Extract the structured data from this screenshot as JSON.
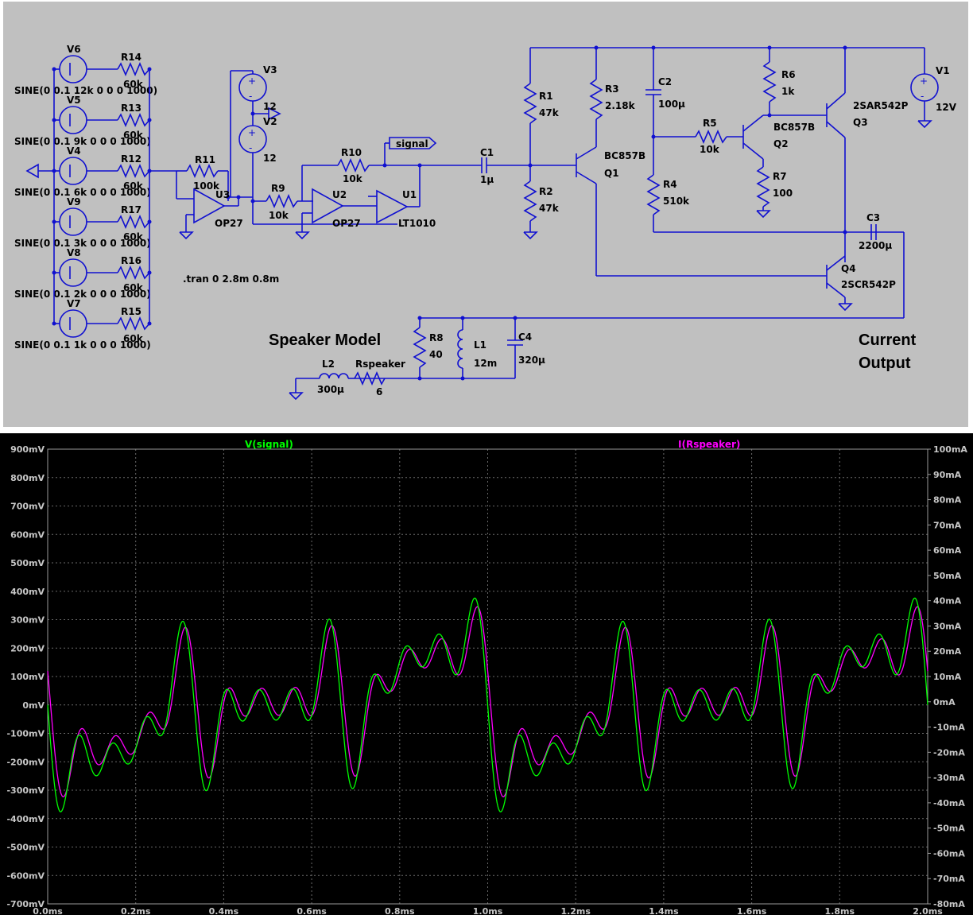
{
  "schematic": {
    "sources": [
      {
        "ref": "V6",
        "spec": "SINE(0 0.1 12k 0 0 0 1000)",
        "res": "R14",
        "val": "60k"
      },
      {
        "ref": "V5",
        "spec": "SINE(0 0.1 9k 0 0 0 1000)",
        "res": "R13",
        "val": "60k"
      },
      {
        "ref": "V4",
        "spec": "SINE(0 0.1 6k 0 0 0 1000)",
        "res": "R12",
        "val": "60k"
      },
      {
        "ref": "V9",
        "spec": "SINE(0 0.1 3k 0 0 0 1000)",
        "res": "R17",
        "val": "60k"
      },
      {
        "ref": "V8",
        "spec": "SINE(0 0.1 2k 0 0 0 1000)",
        "res": "R16",
        "val": "60k"
      },
      {
        "ref": "V7",
        "spec": "SINE(0 0.1 1k 0 0 0 1000)",
        "res": "R15",
        "val": "60k"
      }
    ],
    "parts": {
      "R11": "R11",
      "R11v": "100k",
      "U3": "U3",
      "U3t": "OP27",
      "V3": "V3",
      "V3v": "12",
      "V2": "V2",
      "V2v": "12",
      "R9": "R9",
      "R9v": "10k",
      "U2": "U2",
      "U2t": "OP27",
      "U1": "U1",
      "U1t": "LT1010",
      "R10": "R10",
      "R10v": "10k",
      "signal": "signal",
      "C1": "C1",
      "C1v": "1µ",
      "R1": "R1",
      "R1v": "47k",
      "R2": "R2",
      "R2v": "47k",
      "R3": "R3",
      "R3v": "2.18k",
      "Q1": "Q1",
      "Q1t": "BC857B",
      "C2": "C2",
      "C2v": "100µ",
      "R4": "R4",
      "R4v": "510k",
      "R5": "R5",
      "R5v": "10k",
      "R6": "R6",
      "R6v": "1k",
      "R7": "R7",
      "R7v": "100",
      "Q2": "Q2",
      "Q2t": "BC857B",
      "Q3": "Q3",
      "Q3t": "2SAR542P",
      "V1": "V1",
      "V1v": "12V",
      "C3": "C3",
      "C3v": "2200µ",
      "Q4": "Q4",
      "Q4t": "2SCR542P",
      "R8": "R8",
      "R8v": "40",
      "L1": "L1",
      "L1v": "12m",
      "C4": "C4",
      "C4v": "320µ",
      "L2": "L2",
      "L2v": "300µ",
      "Rspk": "Rspeaker",
      "Rspkv": "6"
    },
    "directive": ".tran 0 2.8m 0.8m",
    "speaker_title": "Speaker Model",
    "current_output_line1": "Current",
    "current_output_line2": "Output"
  },
  "chart_data": {
    "type": "line",
    "title": "",
    "xlabel": "",
    "ylabel": "",
    "xlim": [
      0.0,
      2.0
    ],
    "x_unit": "ms",
    "ylim_left": [
      -700,
      900
    ],
    "y_left_unit": "mV",
    "ylim_right": [
      -80,
      100
    ],
    "y_right_unit": "mA",
    "x_ticks": [
      "0.0ms",
      "0.2ms",
      "0.4ms",
      "0.6ms",
      "0.8ms",
      "1.0ms",
      "1.2ms",
      "1.4ms",
      "1.6ms",
      "1.8ms",
      "2.0ms"
    ],
    "y_left_ticks": [
      "900mV",
      "800mV",
      "700mV",
      "600mV",
      "500mV",
      "400mV",
      "300mV",
      "200mV",
      "100mV",
      "0mV",
      "-100mV",
      "-200mV",
      "-300mV",
      "-400mV",
      "-500mV",
      "-600mV",
      "-700mV"
    ],
    "y_right_ticks": [
      "100mA",
      "90mA",
      "80mA",
      "70mA",
      "60mA",
      "50mA",
      "40mA",
      "30mA",
      "20mA",
      "10mA",
      "0mA",
      "-10mA",
      "-20mA",
      "-30mA",
      "-40mA",
      "-50mA",
      "-60mA",
      "-70mA",
      "-80mA"
    ],
    "grid": true,
    "background": "#000000",
    "series": [
      {
        "name": "V(signal)",
        "color": "#00ff00",
        "axis": "left",
        "unit": "mV",
        "model": "sum of sines",
        "amplitude_each": 100,
        "freqs_khz": [
          12,
          9,
          6,
          3,
          2,
          1
        ],
        "sign": -1
      },
      {
        "name": "I(Rspeaker)",
        "color": "#ff00ff",
        "axis": "right",
        "unit": "mA",
        "model": "sum of sines",
        "amplitude_each": 10,
        "freqs_khz": [
          12,
          9,
          6,
          3,
          2,
          1
        ],
        "sign": -1,
        "lag_ms": 0.006
      }
    ]
  },
  "colors": {
    "schematic_bg": "#c0c0c0",
    "wire": "#1010d0",
    "text": "#000000",
    "plot_bg": "#000000",
    "v_signal": "#00ff00",
    "i_rspeaker": "#ff00ff",
    "grid": "#6a6a6a",
    "tick_text": "#c8c8c8"
  }
}
